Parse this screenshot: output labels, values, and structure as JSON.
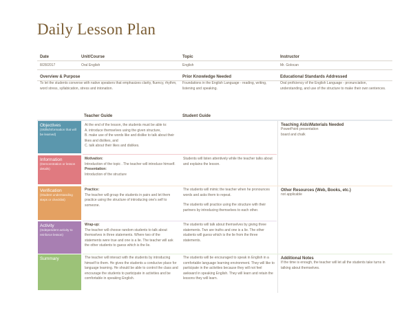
{
  "title": "Daily Lesson Plan",
  "info": {
    "headers": [
      "Date",
      "Unit/Course",
      "Topic",
      "Instructor"
    ],
    "values": [
      "8/28/2017",
      "Oral English",
      "English",
      "Mr. Golocan"
    ]
  },
  "overview": {
    "headers": [
      "Overview & Purpose",
      "Prior Knowledge Needed",
      "Educational Standards Addressed"
    ],
    "values": [
      "To let the students converse with native speakers that emphasizes clarity, fluency, rhythm, word stress, syllabication, stress and intonation.",
      "Foundations in the English Language - reading, writing, listening and speaking.",
      "Oral proficiency of the English Language - pronunciation, understanding, and use of the structure to make their own sentences."
    ]
  },
  "guide_headers": {
    "teacher": "Teacher Guide",
    "student": "Student Guide"
  },
  "colors": {
    "objectives": "#5b97ad",
    "information": "#e07a80",
    "verification": "#e4a162",
    "activity": "#a87fb2",
    "summary": "#9cc278"
  },
  "rows": {
    "objectives": {
      "title": "Objectives",
      "sub": "(Skills/information that will be learned)",
      "teacher": [
        "At the end of the lesson, the students must be able to:",
        "A. introduce themselves using the given structure,",
        "B. make use of the words like and dislike to talk about their likes and dislikes, and",
        "C. talk about their likes and dislikes."
      ],
      "student": ""
    },
    "information": {
      "title": "Information",
      "sub": "(Demonstration or lesson details)",
      "t_h1": "Motivation:",
      "t_1": "Introduction of the topic . The teacher will introduce himself.",
      "t_h2": "Presentation:",
      "t_2": "Introduction of the structure",
      "student": "Students will listen attentively while the teacher talks about and explains the lesson."
    },
    "verification": {
      "title": "Verification",
      "sub": "(Student understanding steps or checklist)",
      "t_h": "Practice:",
      "teacher": "The teacher will group the students in pairs and let them practice using the structure of introducing one's self to someone.",
      "student1": "The students will mimic the teacher when he pronounces words and asks them to repeat.",
      "student2": "The students will practice using the structure with their partners by introducing themselves to each other."
    },
    "activity": {
      "title": "Activity",
      "sub": "(Independent activity to reinforce lesson)",
      "t_h": "Wrap-up:",
      "teacher": "The teacher will choose random students to talk about themselves in three statements. Where two of the statements were true and one is a lie. The teacher will ask the other students to guess which is the lie.",
      "student": "The students will talk about themselves by giving three statements. Two are truths and one is a lie. The other students will guess which is the lie from the three statements."
    },
    "summary": {
      "title": "Summary",
      "teacher": "The teacher will interact with the students by introducing himself to them. He gives the students a conducive place for language learning. He should be able to control the class and encourage the students to participate in activities and be comfortable in speaking English.",
      "student": "The students will be encouraged to speak in English in a comfortable language learning environment. They will like to participate in the activities because they will not feel awkward in speaking English. They will learn and retain the lessons they will learn."
    }
  },
  "side": {
    "aids_h": "Teaching Aids\\Materials Needed",
    "aids": [
      "PowerPoint presentation",
      "board and chalk"
    ],
    "res_h": "Other Resources (Web, Books, etc.)",
    "res": "not applicable",
    "notes_h": "Additional Notes",
    "notes": "If the time is enough, the teacher will let all the students take turns in talking about themselves."
  }
}
